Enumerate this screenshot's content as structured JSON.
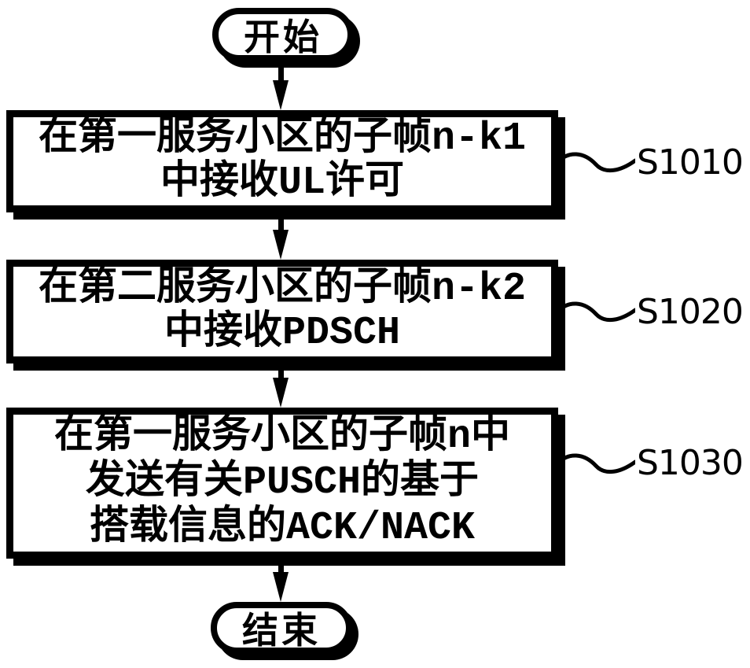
{
  "figure": {
    "type": "flowchart",
    "colors": {
      "ink": "#000000",
      "background": "#ffffff"
    },
    "start_label": "开始",
    "end_label": "结束",
    "steps": [
      {
        "id": "S1010",
        "lines": [
          "在第一服务小区的子帧n-k1",
          "中接收UL许可"
        ]
      },
      {
        "id": "S1020",
        "lines": [
          "在第二服务小区的子帧n-k2",
          "中接收PDSCH"
        ]
      },
      {
        "id": "S1030",
        "lines": [
          "在第一服务小区的子帧n中",
          "发送有关PUSCH的基于",
          "搭载信息的ACK/NACK"
        ]
      }
    ]
  }
}
